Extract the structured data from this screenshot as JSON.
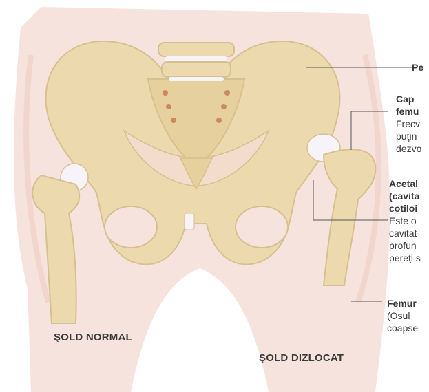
{
  "labels": {
    "pelvis": {
      "title": "Pe"
    },
    "femoral_head": {
      "title_lines": [
        "Cap",
        "femu"
      ],
      "text_lines": [
        "Frecv",
        "puţin",
        "dezvo"
      ]
    },
    "acetabulum": {
      "title_lines": [
        "Acetal",
        "(cavita",
        "cotiloi"
      ],
      "text_lines": [
        "Este o",
        "cavitat",
        "profun",
        "pereţi s"
      ]
    },
    "femur": {
      "title": "Femur",
      "text_lines": [
        "(Osul",
        "coapse"
      ]
    }
  },
  "captions": {
    "normal": "ŞOLD NORMAL",
    "dislocated": "ŞOLD DIZLOCAT"
  },
  "colors": {
    "skin": "#f7e3dd",
    "bone": "#ecd9ad",
    "bone_shadow": "#d7c08f",
    "cartilage": "#f6f4f8",
    "leader_line": "#555555"
  }
}
